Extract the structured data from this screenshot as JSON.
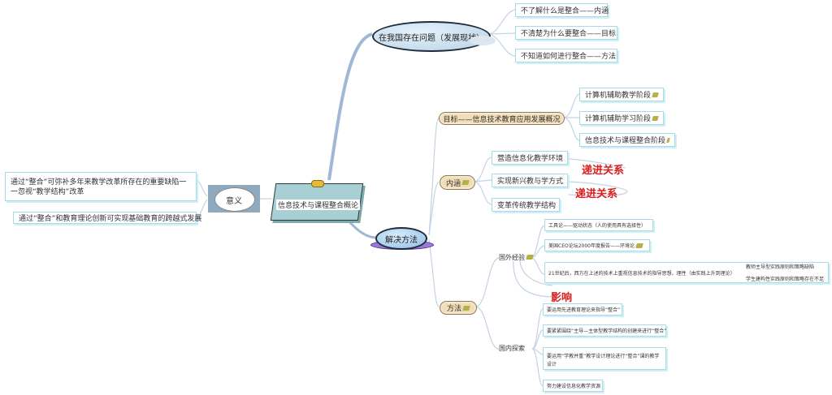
{
  "center": {
    "label": "信息技术与课程整合概论"
  },
  "significance": {
    "label": "意义",
    "items": [
      "通过“整合”可弥补多年来教学改革所存在的重要缺陷一一忽视“教学结构”改革",
      "通过“整合”和教育理论创新可实现基础教育的跨越式发展"
    ]
  },
  "problems": {
    "label": "在我国存在问题（发展现状）",
    "items": [
      "不了解什么是整合——内涵",
      "不清楚为什么要整合——目标",
      "不知道如何进行整合——方法"
    ]
  },
  "solutions": {
    "label": "解决方法",
    "goal": {
      "label": "目标——信息技术教育应用发展概况",
      "items": [
        "计算机辅助教学阶段",
        "计算机辅助学习阶段",
        "信息技术与课程整合阶段"
      ]
    },
    "connotation": {
      "label": "内涵",
      "items": [
        "营造信息化教学环境",
        "实现新兴教与学方式",
        "变革传统教学结构"
      ],
      "relations": [
        "递进关系",
        "递进关系"
      ]
    },
    "method": {
      "label": "方法",
      "foreign": {
        "label": "国外经验",
        "items": [
          "工具论——驱动状态（人的使用具有选择性）",
          "美国CEO论坛2000年度报告——环境论",
          "21世纪后，西方在上述的技术上重视信息技术的指导思想、理性（由实践上升到理论）"
        ],
        "sub_items": [
          "教师主导型实践原则和策略缺陷",
          "学生建构性实践原则和策略存在不足"
        ],
        "influence": "影响"
      },
      "domestic": {
        "label": "国内探索",
        "items": [
          "要运用先进教育理论来指导“整合”",
          "要紧紧围绕“主导—主体型教学结构的创建来进行“整合”",
          "要运用“学教并重”教学设计理论进行“整合”课的教学设计",
          "努力建设信息化教学资源"
        ]
      }
    }
  },
  "colors": {
    "box_border": "#a6dbe8",
    "branch": "#9fb8d8",
    "red": "#d81e1e",
    "cloud": "#f1ddb8"
  }
}
